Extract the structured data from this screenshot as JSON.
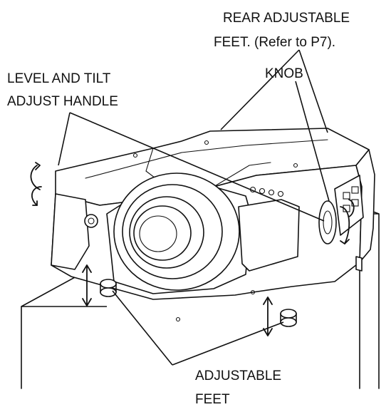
{
  "labels": {
    "rear_feet_line1": "REAR ADJUSTABLE",
    "rear_feet_line2": "FEET. (Refer to  P7).",
    "level_tilt_line1": "LEVEL AND TILT",
    "level_tilt_line2": "ADJUST HANDLE",
    "knob": "KNOB",
    "adjustable_feet_line1": "ADJUSTABLE",
    "adjustable_feet_line2": "FEET"
  }
}
